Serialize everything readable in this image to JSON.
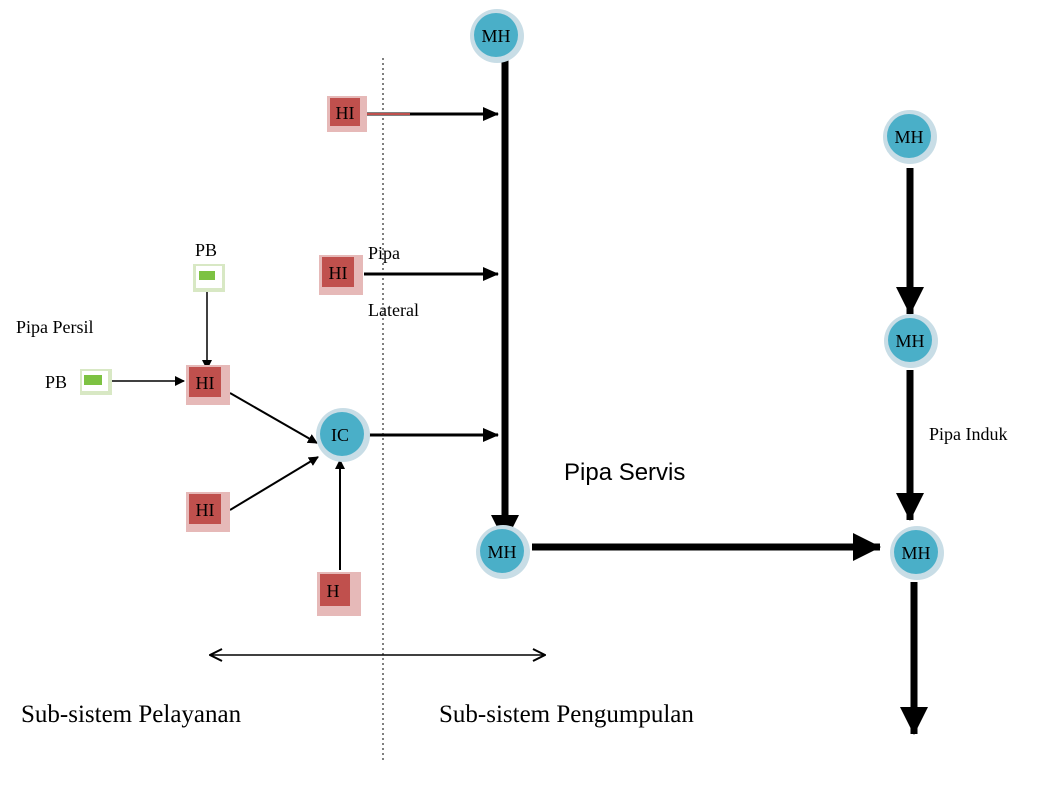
{
  "labels": {
    "manhole": "MH",
    "house_inlet": "HI",
    "house": "H",
    "inspection_chamber": "IC",
    "pb": "PB",
    "pipa_persil": "Pipa Persil",
    "pipa_lateral_1": "Pipa",
    "pipa_lateral_2": "Lateral",
    "pipa_servis": "Pipa Servis",
    "pipa_induk": "Pipa Induk",
    "sub_pelayanan": "Sub-sistem Pelayanan",
    "sub_pengumpulan": "Sub-sistem Pengumpulan"
  },
  "colors": {
    "manhole_fill": "#4aafc8",
    "manhole_ring": "#c8dde6",
    "hi_fill": "#c0504d",
    "hi_shadow": "#e6b9b8",
    "pb_fill": "#7dc242",
    "pb_frame": "#d8e8c4",
    "line": "#000000"
  }
}
